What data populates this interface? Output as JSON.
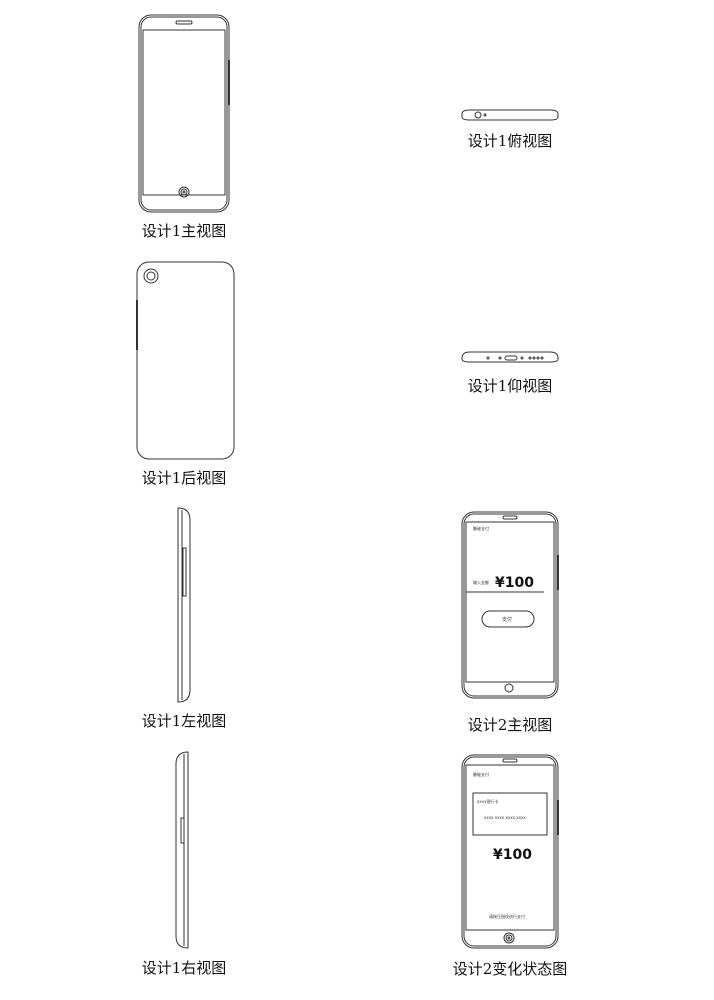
{
  "captions": {
    "front": "设计1主视图",
    "top": "设计1俯视图",
    "back": "设计1后视图",
    "bottom": "设计1仰视图",
    "left": "设计1左视图",
    "design2_front": "设计2主视图",
    "right": "设计1右视图",
    "design2_change": "设计2变化状态图"
  },
  "design2_screen": {
    "title": "触碰支付",
    "amount_label": "输入金额",
    "amount": "¥100",
    "pay_button": "支付"
  },
  "design2_change_screen": {
    "title": "触碰支付",
    "card_name": "xxxx银行卡",
    "card_number": "xxxx xxxx xxxx xxxx",
    "amount": "¥100",
    "hint": "请按压指纹进行支付"
  },
  "colors": {
    "line": "#333333"
  }
}
